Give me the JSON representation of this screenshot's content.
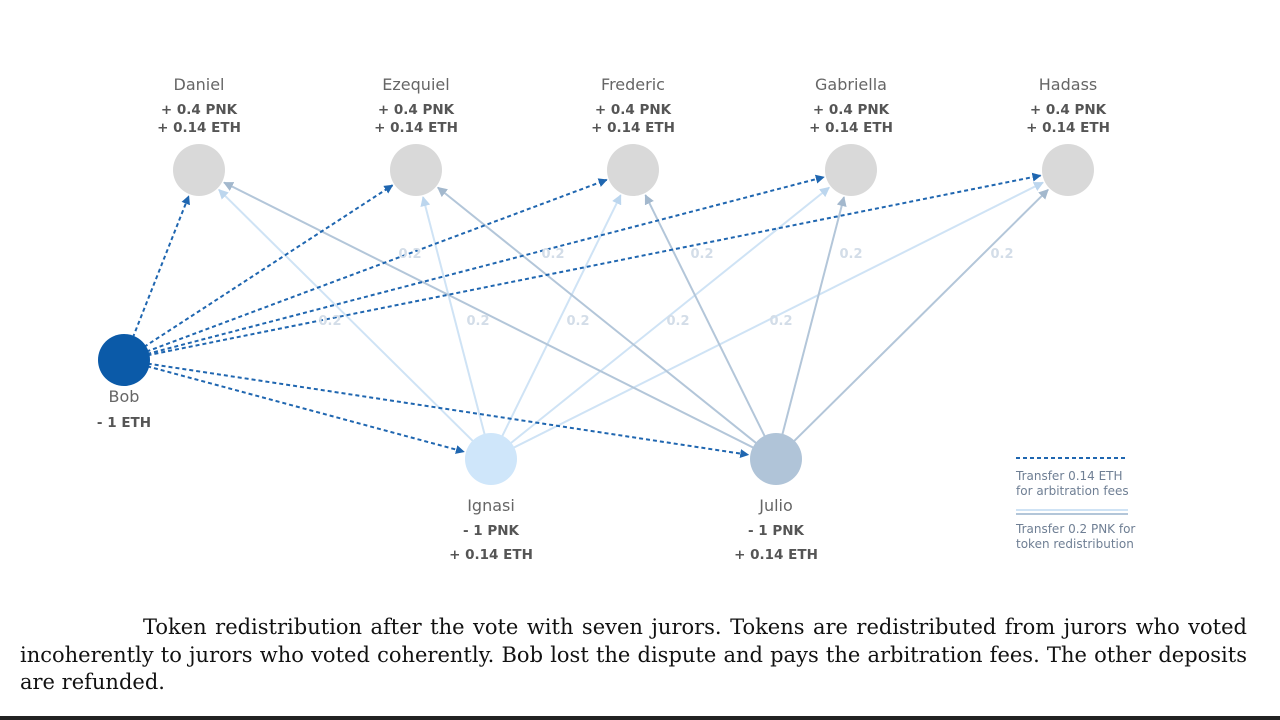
{
  "nodes": [
    {
      "id": "daniel",
      "name": "Daniel",
      "amounts": [
        "+ 0.4 PNK",
        "+ 0.14 ETH"
      ],
      "color": "#d9d9d9"
    },
    {
      "id": "ezequiel",
      "name": "Ezequiel",
      "amounts": [
        "+ 0.4 PNK",
        "+ 0.14 ETH"
      ],
      "color": "#d9d9d9"
    },
    {
      "id": "frederic",
      "name": "Frederic",
      "amounts": [
        "+ 0.4 PNK",
        "+ 0.14 ETH"
      ],
      "color": "#d9d9d9"
    },
    {
      "id": "gabriella",
      "name": "Gabriella",
      "amounts": [
        "+ 0.4 PNK",
        "+ 0.14 ETH"
      ],
      "color": "#d9d9d9"
    },
    {
      "id": "hadass",
      "name": "Hadass",
      "amounts": [
        "+ 0.4 PNK",
        "+ 0.14 ETH"
      ],
      "color": "#d9d9d9"
    },
    {
      "id": "bob",
      "name": "Bob",
      "amounts": [
        "- 1 ETH"
      ],
      "color": "#0b5aa8"
    },
    {
      "id": "ignasi",
      "name": "Ignasi",
      "amounts": [
        "- 1 PNK",
        "+ 0.14 ETH"
      ],
      "color": "#cfe6fa"
    },
    {
      "id": "julio",
      "name": "Julio",
      "amounts": [
        "- 1 PNK",
        "+ 0.14 ETH"
      ],
      "color": "#b0c4d8"
    }
  ],
  "edges": [
    {
      "from": "bob",
      "to": "daniel",
      "kind": "eth"
    },
    {
      "from": "bob",
      "to": "ezequiel",
      "kind": "eth"
    },
    {
      "from": "bob",
      "to": "frederic",
      "kind": "eth"
    },
    {
      "from": "bob",
      "to": "gabriella",
      "kind": "eth"
    },
    {
      "from": "bob",
      "to": "hadass",
      "kind": "eth"
    },
    {
      "from": "bob",
      "to": "ignasi",
      "kind": "eth"
    },
    {
      "from": "bob",
      "to": "julio",
      "kind": "eth"
    },
    {
      "from": "ignasi",
      "to": "daniel",
      "kind": "pnk",
      "label": "0.2"
    },
    {
      "from": "ignasi",
      "to": "ezequiel",
      "kind": "pnk",
      "label": "0.2"
    },
    {
      "from": "ignasi",
      "to": "frederic",
      "kind": "pnk",
      "label": "0.2"
    },
    {
      "from": "ignasi",
      "to": "gabriella",
      "kind": "pnk",
      "label": "0.2"
    },
    {
      "from": "ignasi",
      "to": "hadass",
      "kind": "pnk",
      "label": "0.2"
    },
    {
      "from": "julio",
      "to": "daniel",
      "kind": "pnk",
      "label": "0.2"
    },
    {
      "from": "julio",
      "to": "ezequiel",
      "kind": "pnk",
      "label": "0.2"
    },
    {
      "from": "julio",
      "to": "frederic",
      "kind": "pnk",
      "label": "0.2"
    },
    {
      "from": "julio",
      "to": "gabriella",
      "kind": "pnk",
      "label": "0.2"
    },
    {
      "from": "julio",
      "to": "hadass",
      "kind": "pnk",
      "label": "0.2"
    }
  ],
  "legend": {
    "eth_label": "Transfer 0.14 ETH\nfor arbitration fees",
    "pnk_label": "Transfer 0.2 PNK for\ntoken redistribution"
  },
  "colors": {
    "eth_transfer": "#1f66b0",
    "pnk_from_ignasi": "#cfe3f5",
    "pnk_from_julio": "#b3c6d9"
  },
  "caption": "Token redistribution after the vote with seven jurors. Tokens are redistributed from jurors who voted incoherently to jurors who voted coherently. Bob lost the dispute and pays the arbitration fees. The other deposits are refunded."
}
